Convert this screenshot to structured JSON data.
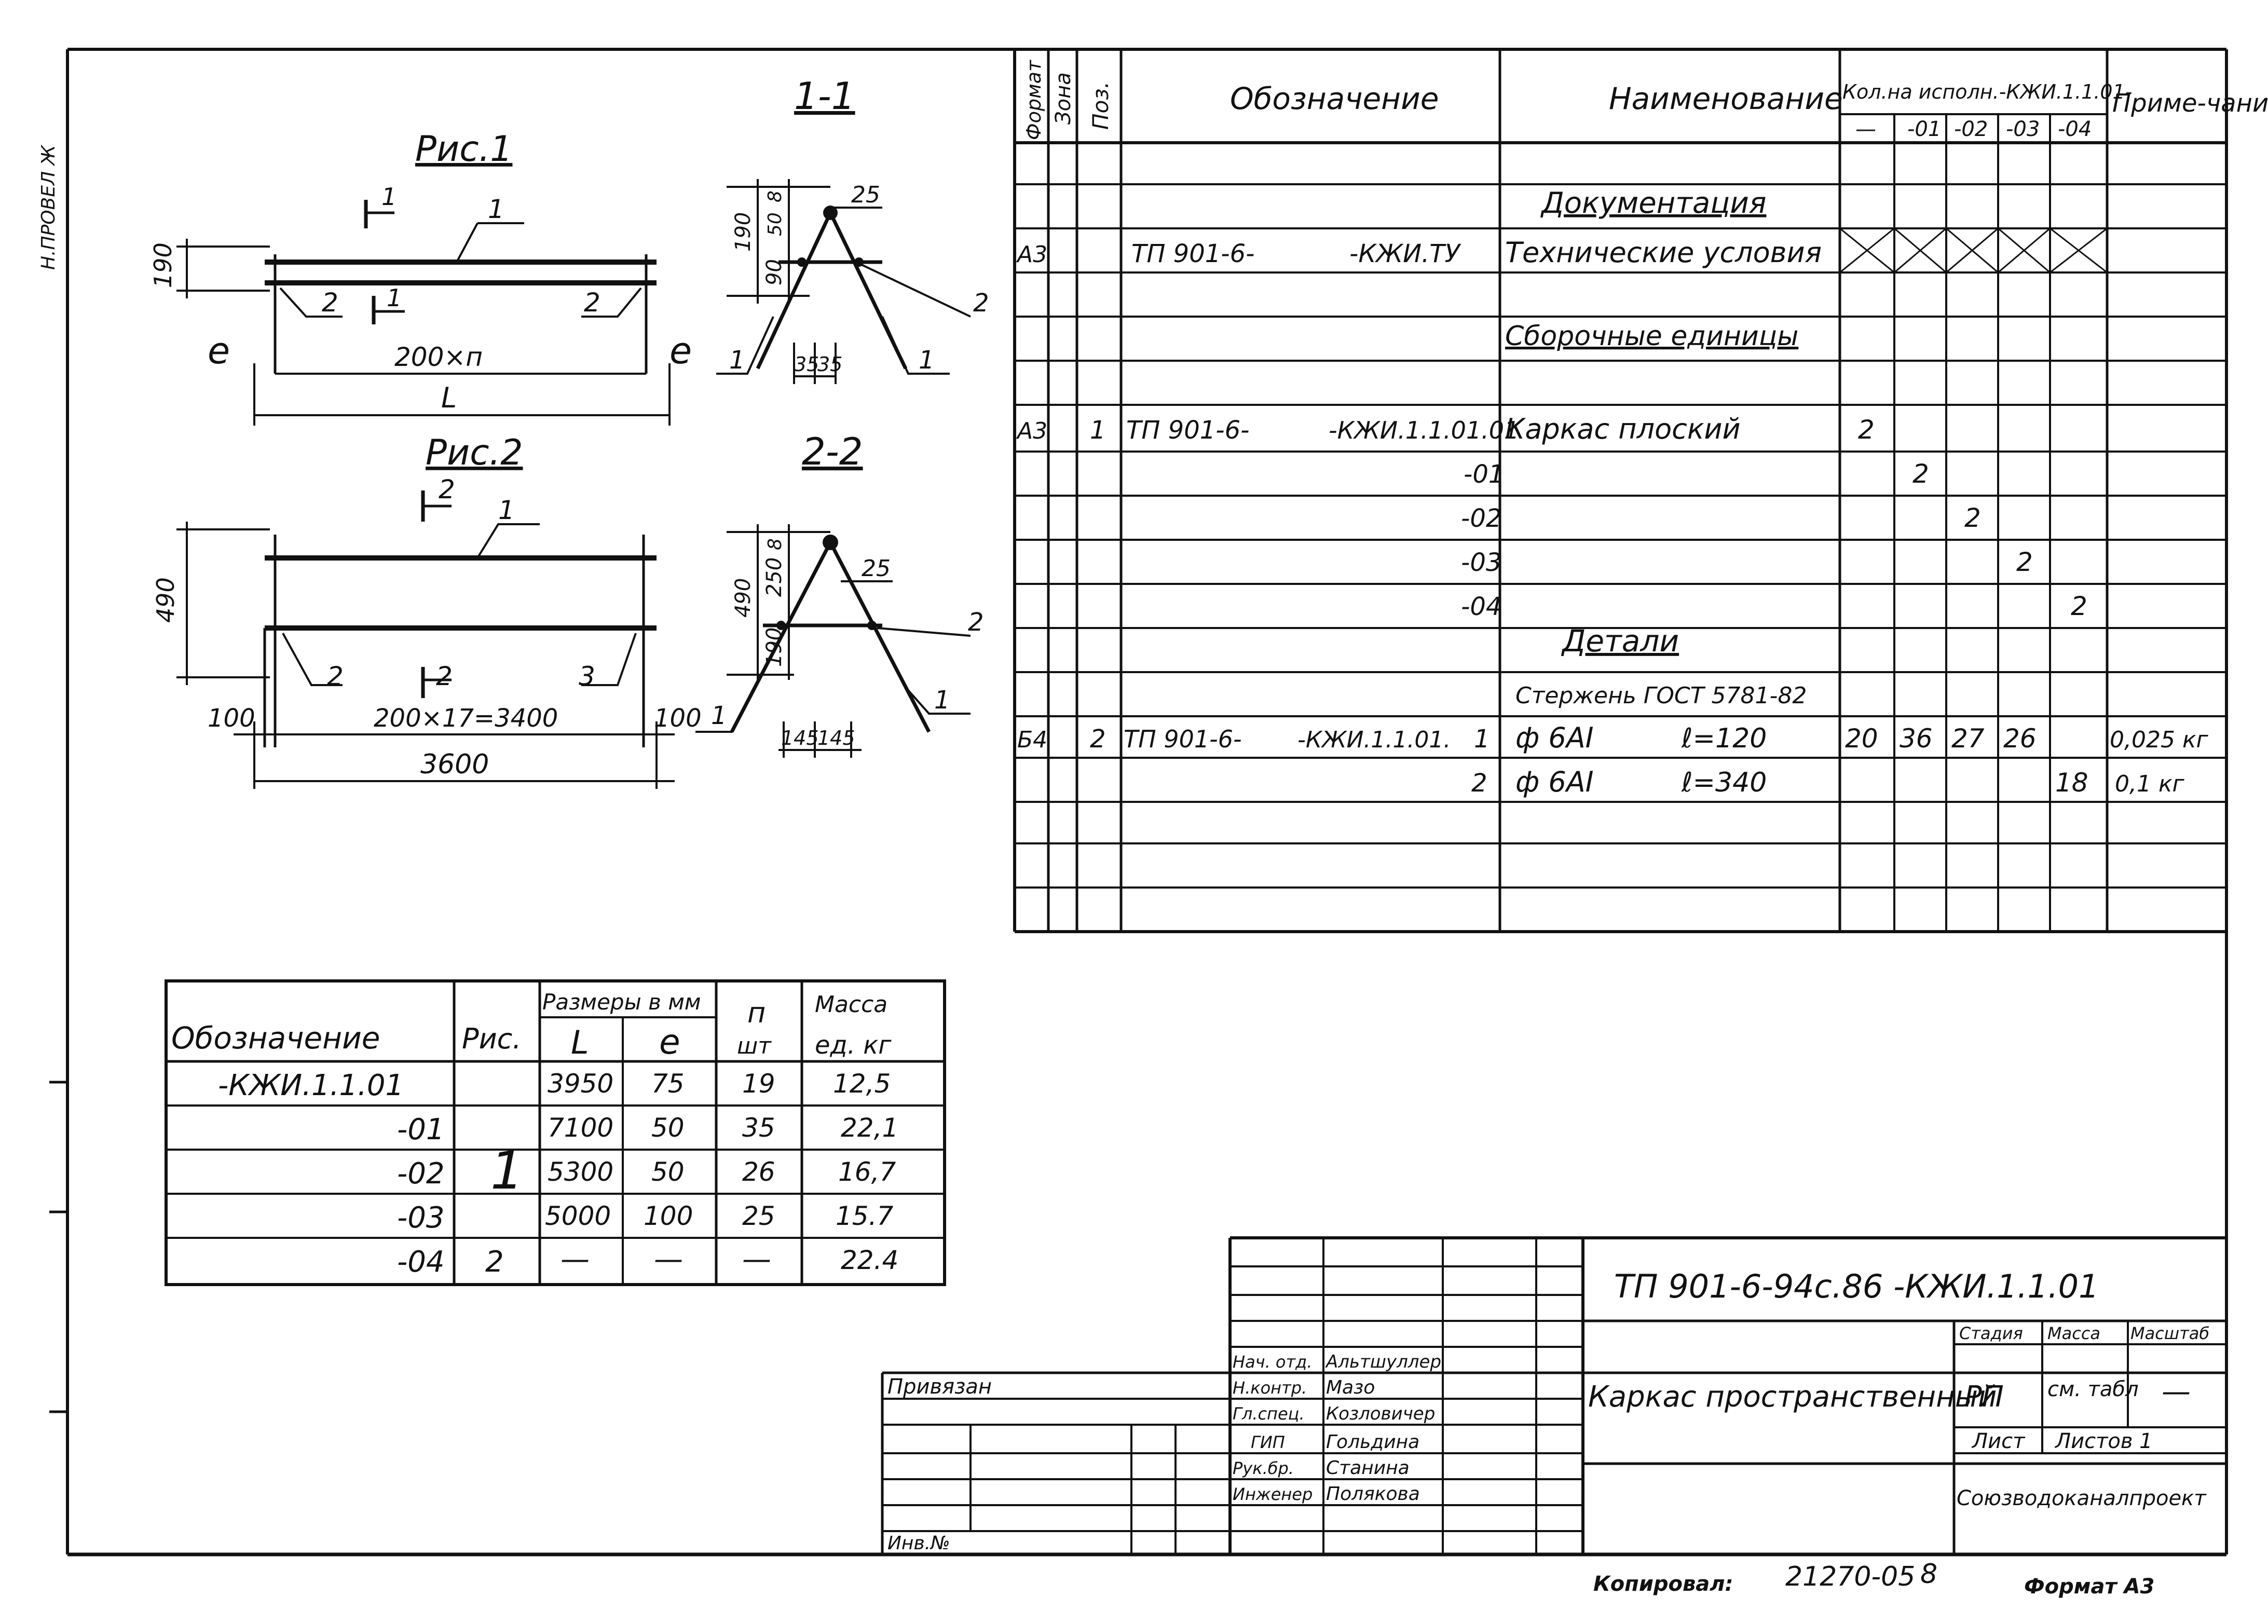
{
  "side_stamp": "Н.ПРОВЕЛ Ж",
  "fig1": {
    "title": "Рис.1",
    "dim_height": "190",
    "dim_span": "200×п",
    "dim_length": "L",
    "end_left": "е",
    "end_right": "е",
    "section_marks": [
      "1",
      "1"
    ],
    "callouts": [
      "1",
      "2",
      "2"
    ]
  },
  "fig2": {
    "title": "Рис.2",
    "dim_height": "490",
    "dim_span": "200×17=3400",
    "dim_length": "3600",
    "end_left": "100",
    "end_right": "100",
    "section_marks": [
      "2",
      "2"
    ],
    "callouts": [
      "1",
      "2",
      "3"
    ]
  },
  "section11": {
    "title": "1-1",
    "dims_vertical": [
      "190",
      "90",
      "50",
      "8"
    ],
    "dims_top": "25",
    "dims_bottom": [
      "35",
      "35"
    ],
    "callouts": [
      "1",
      "1",
      "2"
    ]
  },
  "section22": {
    "title": "2-2",
    "dims_vertical": [
      "490",
      "250",
      "190",
      "8"
    ],
    "dims_top": "25",
    "dims_bottom": [
      "145",
      "145"
    ],
    "callouts": [
      "1",
      "1",
      "2"
    ]
  },
  "spec": {
    "headers": {
      "format": "Формат",
      "zone": "Зона",
      "pos": "Поз.",
      "designation": "Обозначение",
      "name": "Наименование",
      "qty": "Кол.на исполн.-КЖИ.1.1.01-",
      "qty_cols": [
        "—",
        "-01",
        "-02",
        "-03",
        "-04"
      ],
      "note": "Приме-чание"
    },
    "section_docs": "Документация",
    "section_units": "Сборочные единицы",
    "section_details": "Детали",
    "rows": {
      "doc": {
        "format": "А3",
        "designation_a": "ТП 901-6-",
        "designation_b": "-КЖИ.ТУ",
        "name": "Технические условия"
      },
      "unit_main": {
        "format": "А3",
        "pos": "1",
        "designation_a": "ТП 901-6-",
        "designation_b": "-КЖИ.1.1.01.01",
        "name": "Каркас плоский",
        "qty": "2"
      },
      "unit_variants": [
        {
          "designation": "-01",
          "qty": "2"
        },
        {
          "designation": "-02",
          "qty": "2"
        },
        {
          "designation": "-03",
          "qty": "2"
        },
        {
          "designation": "-04",
          "qty": "2"
        }
      ],
      "detail_caption": "Стержень ГОСТ 5781-82",
      "detail1": {
        "format": "Б4",
        "pos": "2",
        "designation_a": "ТП 901-6-",
        "designation_b": "-КЖИ.1.1.01.",
        "sub": "1",
        "name": "ф 6АI",
        "length": "ℓ=120",
        "qty": [
          "20",
          "36",
          "27",
          "26",
          ""
        ],
        "note": "0,025 кг"
      },
      "detail2": {
        "sub": "2",
        "name": "ф 6АI",
        "length": "ℓ=340",
        "qty": [
          "",
          "",
          "",
          "",
          "18"
        ],
        "note": "0,1 кг"
      }
    }
  },
  "sizes": {
    "headers": {
      "designation": "Обозначение",
      "fig": "Рис.",
      "dims": "Размеры в мм",
      "L": "L",
      "e": "е",
      "n": "п",
      "n_unit": "шт",
      "mass": "Масса",
      "mass_unit": "ед. кг"
    },
    "fig_main": "1",
    "rows": [
      {
        "designation": "-КЖИ.1.1.01",
        "L": "3950",
        "e": "75",
        "n": "19",
        "mass": "12,5"
      },
      {
        "designation": "-01",
        "L": "7100",
        "e": "50",
        "n": "35",
        "mass": "22,1"
      },
      {
        "designation": "-02",
        "L": "5300",
        "e": "50",
        "n": "26",
        "mass": "16,7"
      },
      {
        "designation": "-03",
        "L": "5000",
        "e": "100",
        "n": "25",
        "mass": "15.7"
      },
      {
        "designation": "-04",
        "fig": "2",
        "L": "—",
        "e": "—",
        "n": "—",
        "mass": "22.4"
      }
    ]
  },
  "title_block": {
    "code": "ТП 901-6-94с.86  -КЖИ.1.1.01",
    "title": "Каркас пространственный",
    "stage_label": "Стадия",
    "mass_label": "Масса",
    "scale_label": "Масштаб",
    "stage": "РП",
    "mass": "см. табл",
    "scale": "—",
    "sheet_label": "Лист",
    "sheets_label": "Листов 1",
    "org": "Союзводоканалпроект",
    "staff": [
      {
        "role": "Нач. отд.",
        "name": "Альтшуллер"
      },
      {
        "role": "Н.контр.",
        "name": "Мазо"
      },
      {
        "role": "Гл.спец.",
        "name": "Козловичер"
      },
      {
        "role": "ГИП",
        "name": "Гольдина"
      },
      {
        "role": "Рук.бр.",
        "name": "Станина"
      },
      {
        "role": "Инженер",
        "name": "Полякова"
      }
    ],
    "linked": "Привязан",
    "inv": "Инв.№"
  },
  "footer": {
    "copied": "Копировал:",
    "number": "21270-05",
    "page": "8",
    "format": "Формат А3"
  }
}
